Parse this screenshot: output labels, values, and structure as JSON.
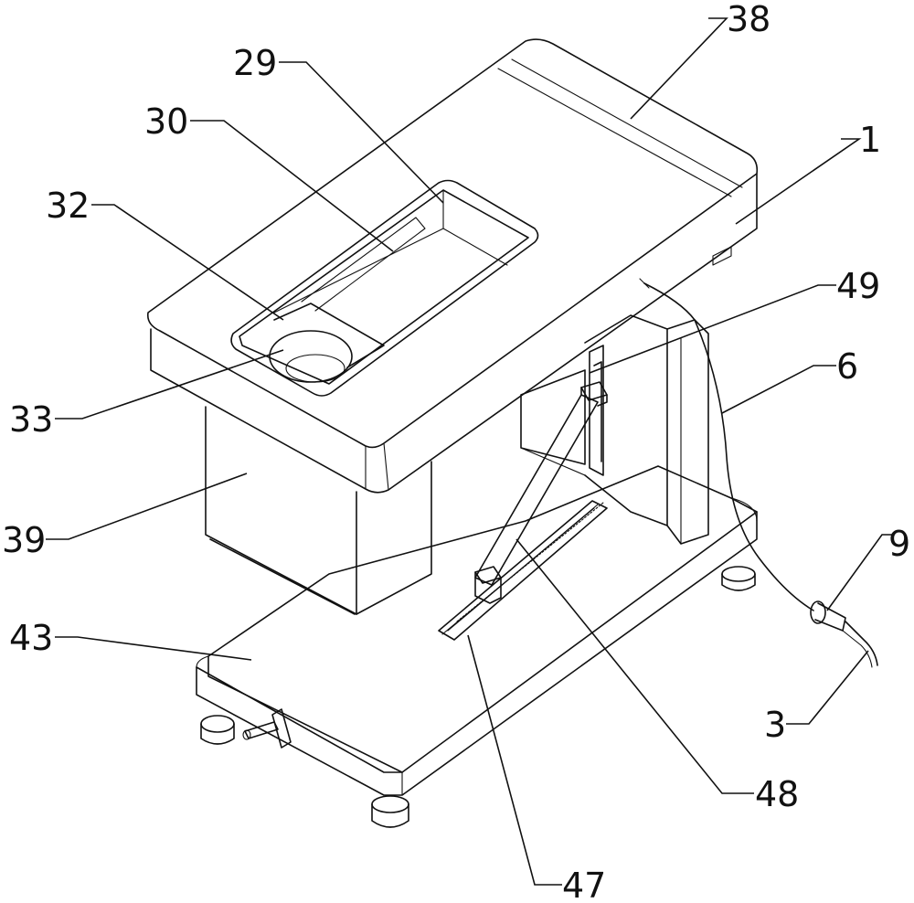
{
  "figure": {
    "labels": {
      "l38": "38",
      "l29": "29",
      "l30": "30",
      "l32": "32",
      "l1": "1",
      "l49": "49",
      "l6": "6",
      "l33": "33",
      "l39": "39",
      "l9": "9",
      "l43": "43",
      "l3": "3",
      "l48": "48",
      "l47": "47"
    }
  }
}
